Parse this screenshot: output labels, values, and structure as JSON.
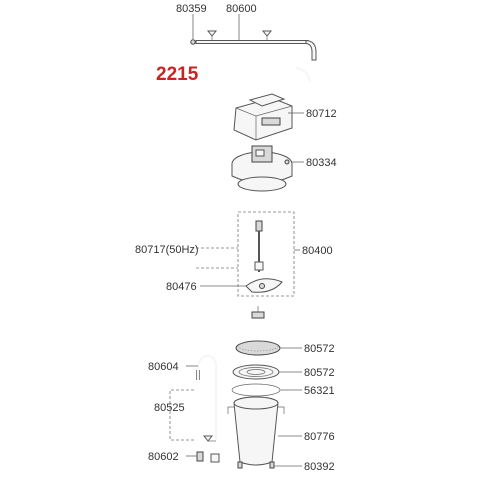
{
  "title": "2215",
  "colors": {
    "title": "#cc2222",
    "label": "#333333",
    "line": "#555555"
  },
  "labels": {
    "p80359": "80359",
    "p80600": "80600",
    "p80712": "80712",
    "p80334": "80334",
    "p80717": "80717(50Hz)",
    "p80400": "80400",
    "p80476": "80476",
    "p80572a": "80572",
    "p80604": "80604",
    "p80572b": "80572",
    "p56321": "56321",
    "p80525": "80525",
    "p80776": "80776",
    "p80602": "80602",
    "p80392": "80392"
  }
}
